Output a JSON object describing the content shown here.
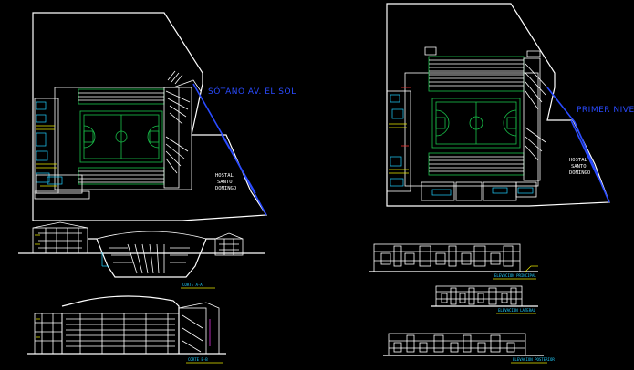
{
  "labels": {
    "street_left": "SÓTANO  AV. EL SOL",
    "street_left_small": "",
    "neighbor_left_1": "HOSTAL",
    "neighbor_left_2": "SANTO",
    "neighbor_left_3": "DOMINGO",
    "level_right": "PRIMER NIVEL",
    "neighbor_right_1": "HOSTAL",
    "neighbor_right_2": "SANTO",
    "neighbor_right_3": "DOMINGO",
    "section_a": "CORTE A-A",
    "section_b": "CORTE B-B",
    "elev_1": "ELEVACION PRINCIPAL",
    "elev_2": "ELEVACION LATERAL",
    "elev_3": "ELEVACION POSTERIOR"
  },
  "colors": {
    "background": "#000000",
    "line_white": "#ffffff",
    "line_blue": "#2a4bff",
    "court_green": "#19c24a",
    "detail_yellow": "#e8e800",
    "detail_cyan": "#20d0ff",
    "detail_red": "#ff3030"
  }
}
